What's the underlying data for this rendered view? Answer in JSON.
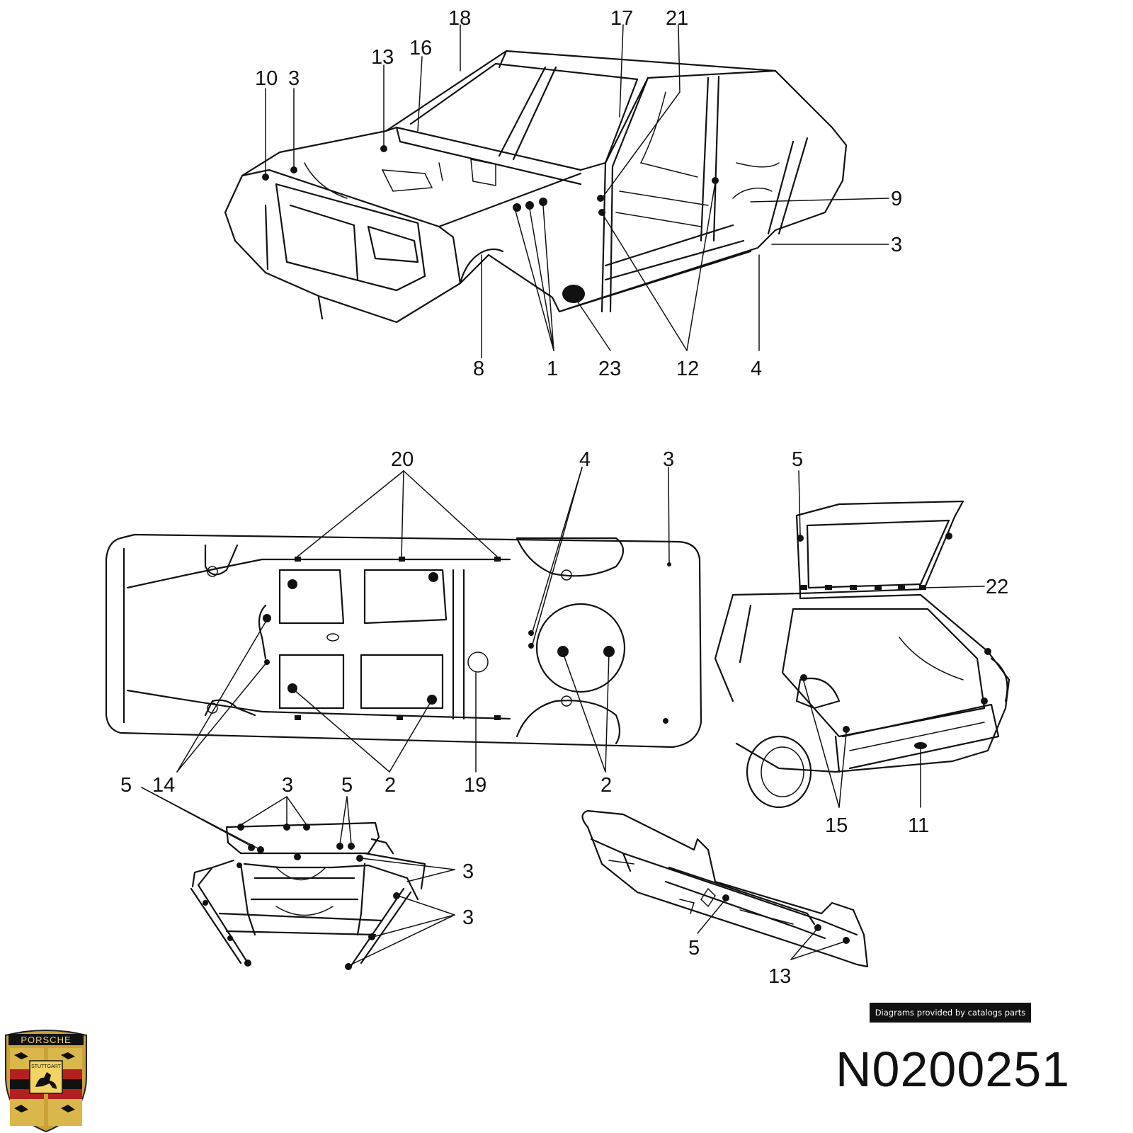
{
  "brand": {
    "crest_top_text": "PORSCHE",
    "crest_center_text": "STUTTGART"
  },
  "credit": "Diagrams provided by catalogs parts",
  "part_number": "N0200251",
  "callouts": {
    "top_view": [
      "18",
      "17",
      "21",
      "13",
      "16",
      "10",
      "3",
      "9",
      "3",
      "8",
      "1",
      "23",
      "12",
      "4"
    ],
    "floor_view": [
      "20",
      "4",
      "3",
      "14",
      "2",
      "19",
      "2"
    ],
    "rear_view": [
      "5",
      "22",
      "15",
      "11"
    ],
    "front_view": [
      "5",
      "3",
      "5",
      "3",
      "3"
    ],
    "bumper_view": [
      "5",
      "13"
    ]
  }
}
